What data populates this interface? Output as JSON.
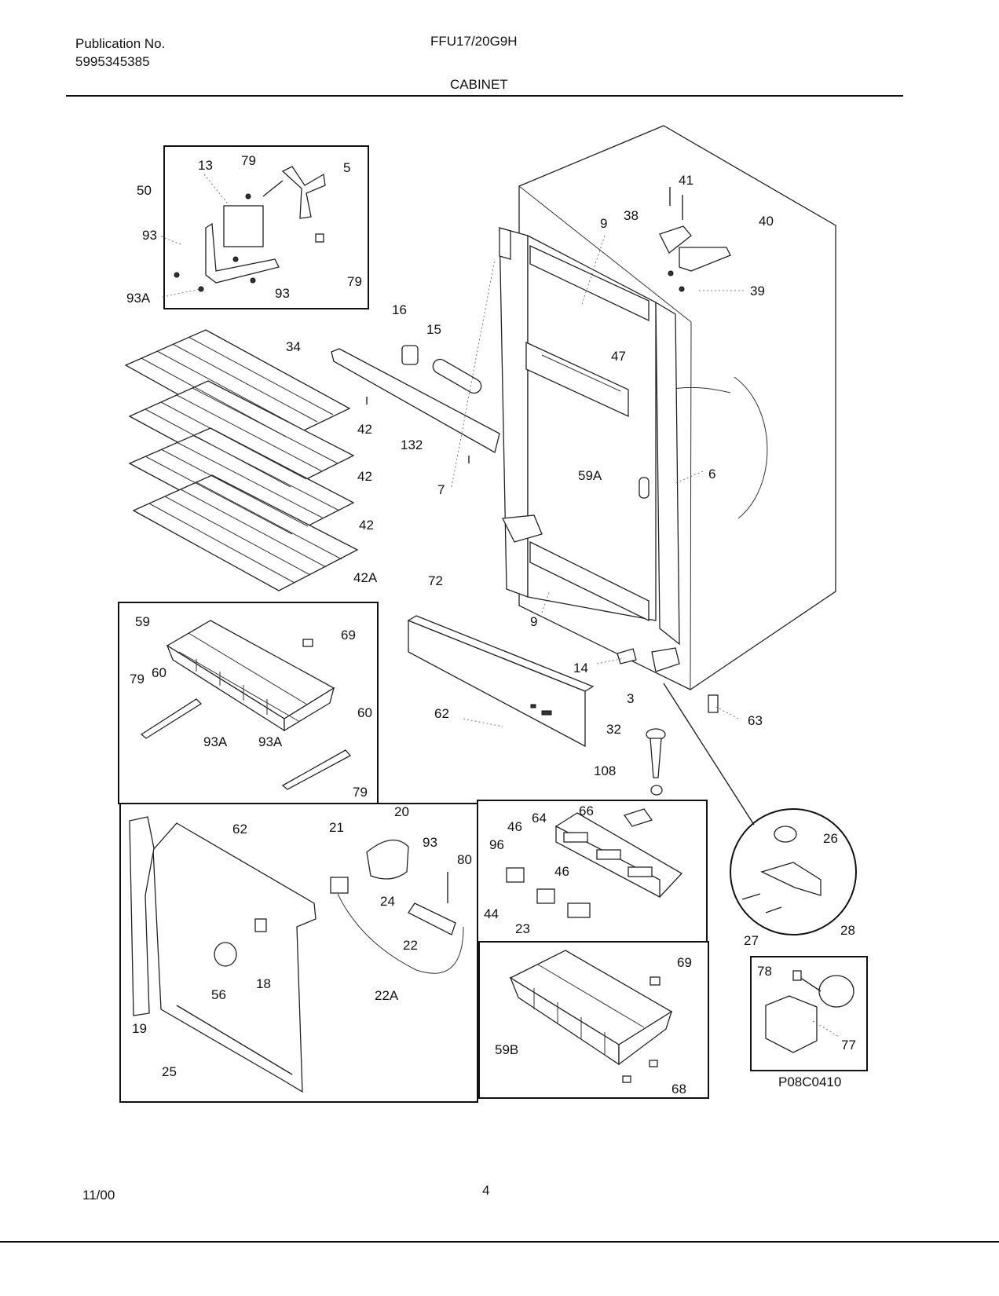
{
  "header": {
    "publication_label": "Publication No.",
    "publication_number": "5995345385",
    "model": "FFU17/20G9H",
    "section": "CABINET"
  },
  "footer": {
    "date": "11/00",
    "page": "4"
  },
  "diagram_code": "P08C0410",
  "callouts": {
    "c13": "13",
    "c79a": "79",
    "c5": "5",
    "c50": "50",
    "c93a": "93",
    "c93b": "93",
    "c93A1": "93A",
    "c79b": "79",
    "c16": "16",
    "c15": "15",
    "c34": "34",
    "c42a": "42",
    "c42b": "42",
    "c42c": "42",
    "c42A": "42A",
    "c132": "132",
    "c7": "7",
    "c41": "41",
    "c38": "38",
    "c9a": "9",
    "c40": "40",
    "c39": "39",
    "c47": "47",
    "c59A": "59A",
    "c6": "6",
    "c72": "72",
    "c9b": "9",
    "c14": "14",
    "c3": "3",
    "c32": "32",
    "c108": "108",
    "c62a": "62",
    "c63": "63",
    "c59": "59",
    "c69a": "69",
    "c79c": "79",
    "c60a": "60",
    "c60b": "60",
    "c93A2": "93A",
    "c93A3": "93A",
    "c79d": "79",
    "c62b": "62",
    "c21": "21",
    "c20": "20",
    "c93c": "93",
    "c80": "80",
    "c24": "24",
    "c22": "22",
    "c22A": "22A",
    "c56": "56",
    "c18": "18",
    "c19": "19",
    "c25": "25",
    "c46a": "46",
    "c64": "64",
    "c66": "66",
    "c96": "96",
    "c46b": "46",
    "c44": "44",
    "c23": "23",
    "c26": "26",
    "c27": "27",
    "c28": "28",
    "c69b": "69",
    "c59B": "59B",
    "c68": "68",
    "c78": "78",
    "c77": "77"
  }
}
